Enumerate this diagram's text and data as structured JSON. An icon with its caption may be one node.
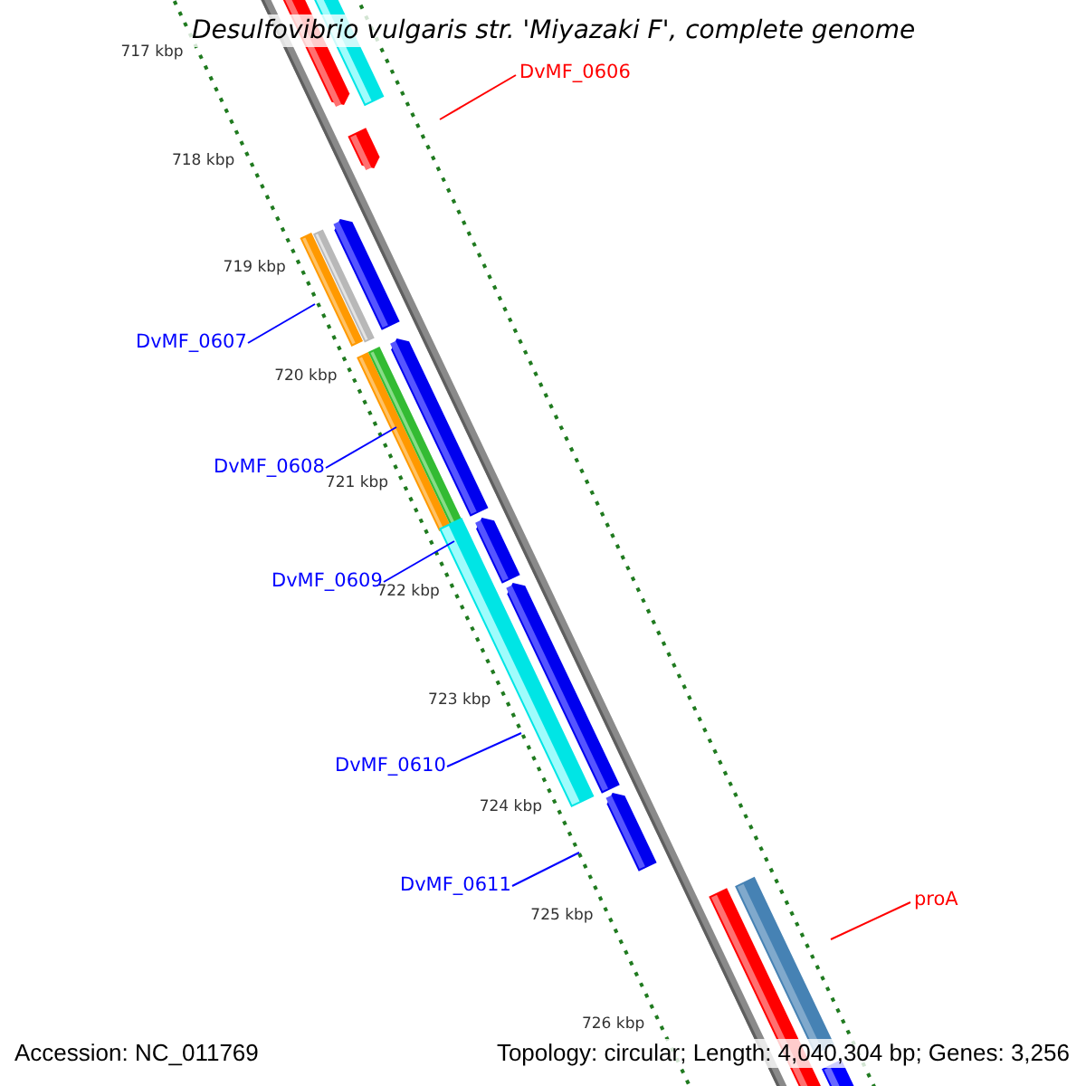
{
  "diagram": {
    "title": "Desulfovibrio vulgaris str. 'Miyazaki F', complete genome",
    "nodes": [
      {
        "text": [
          "DvMF_0606"
        ]
      },
      {
        "text": [
          "DvMF_0607"
        ]
      },
      {
        "text": [
          "DvMF_0608"
        ]
      },
      {
        "text": [
          "DvMF_0609"
        ]
      },
      {
        "text": [
          "DvMF_0610"
        ]
      },
      {
        "text": [
          "DvMF_0611"
        ]
      },
      {
        "text": [
          "proA"
        ]
      }
    ],
    "edges": [
      {
        "from": 0,
        "to": null,
        "arrow": "none",
        "color": "#ff0000"
      },
      {
        "from": 1,
        "to": null,
        "arrow": "none"
      },
      {
        "from": 2,
        "to": null,
        "arrow": "none"
      },
      {
        "from": 3,
        "to": null,
        "arrow": "none"
      },
      {
        "from": 4,
        "to": null,
        "arrow": "none"
      },
      {
        "from": 5,
        "to": null,
        "arrow": "none"
      },
      {
        "from": 6,
        "to": null,
        "arrow": "none",
        "color": "#ff0000"
      }
    ],
    "labels": [
      "717 kbp",
      "718 kbp",
      "719 kbp",
      "720 kbp",
      "721 kbp",
      "722 kbp",
      "723 kbp",
      "724 kbp",
      "725 kbp",
      "726 kbp",
      "Accession: NC_011769",
      "Topology: circular; Length: 4,040,304 bp; Genes: 3,256"
    ]
  }
}
